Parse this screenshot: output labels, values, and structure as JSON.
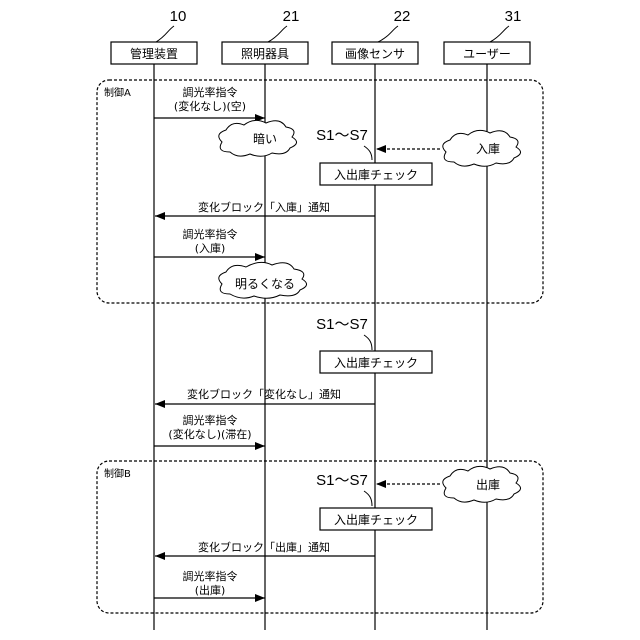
{
  "participants": [
    {
      "ref": "10",
      "label": "管理装置"
    },
    {
      "ref": "21",
      "label": "照明器具"
    },
    {
      "ref": "22",
      "label": "画像センサ"
    },
    {
      "ref": "31",
      "label": "ユーザー"
    }
  ],
  "groups": [
    {
      "label": "制御A"
    },
    {
      "label": "制御B"
    }
  ],
  "messages": [
    {
      "lines": [
        "調光率指令",
        "(変化なし)(空)"
      ]
    },
    {
      "lines": [
        "変化ブロック「入庫」通知"
      ]
    },
    {
      "lines": [
        "調光率指令",
        "(入庫)"
      ]
    },
    {
      "lines": [
        "変化ブロック「変化なし」通知"
      ]
    },
    {
      "lines": [
        "調光率指令",
        "(変化なし)(滞在)"
      ]
    },
    {
      "lines": [
        "変化ブロック「出庫」通知"
      ]
    },
    {
      "lines": [
        "調光率指令",
        "(出庫)"
      ]
    }
  ],
  "clouds": [
    {
      "label": "暗い"
    },
    {
      "label": "入庫"
    },
    {
      "label": "明るくなる"
    },
    {
      "label": "出庫"
    }
  ],
  "steps": [
    {
      "label": "S1～S7"
    },
    {
      "label": "S1～S7"
    },
    {
      "label": "S1～S7"
    }
  ],
  "checks": [
    {
      "label": "入出庫チェック"
    },
    {
      "label": "入出庫チェック"
    },
    {
      "label": "入出庫チェック"
    }
  ]
}
